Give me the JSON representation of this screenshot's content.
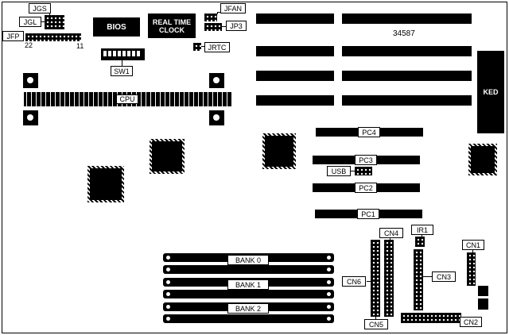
{
  "diagram": {
    "part_number": "34587",
    "colors": {
      "ink": "#000000",
      "paper": "#ffffff"
    },
    "labels": {
      "jgs": "JGS",
      "jgl": "JGL",
      "jfp": "JFP",
      "jfp_pin_22": "22",
      "jfp_pin_11": "11",
      "bios": "BIOS",
      "rtc": "REAL TIME CLOCK",
      "jfan": "JFAN",
      "jp3": "JP3",
      "jrtc": "JRTC",
      "sw1": "SW1",
      "cpu": "CPU",
      "ked": "KED",
      "usb": "USB",
      "ir1": "IR1",
      "pc1": "PC1",
      "pc2": "PC2",
      "pc3": "PC3",
      "pc4": "PC4",
      "bank0": "BANK 0",
      "bank1": "BANK 1",
      "bank2": "BANK 2",
      "cn1": "CN1",
      "cn2": "CN2",
      "cn3": "CN3",
      "cn4": "CN4",
      "cn5": "CN5",
      "cn6": "CN6"
    }
  }
}
